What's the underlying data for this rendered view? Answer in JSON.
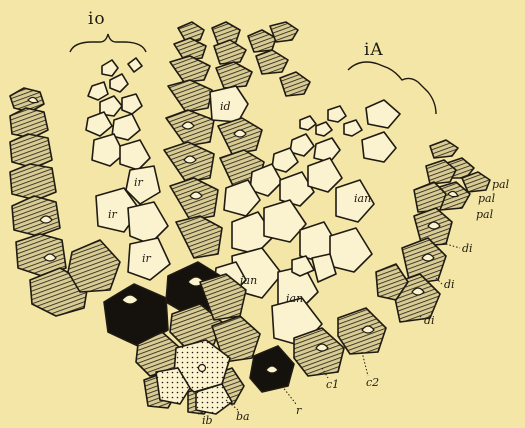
{
  "labels": {
    "io": "io",
    "ia": "iA",
    "id": "id",
    "ir1": "ir",
    "ir2": "ir",
    "ir3": "ir",
    "ian1": "ian",
    "ian2": "ian",
    "ian3": "ian",
    "pal1": "pal",
    "pal2": "pal",
    "pal3": "pal",
    "di1": "di",
    "di2": "di",
    "di3": "di",
    "c1": "c1",
    "c2": "c2",
    "ib": "ib",
    "ba": "ba",
    "r": "r"
  },
  "colors": {
    "background": "#f3e6a6",
    "ink": "#1f1a12",
    "plate_fill": "#fbf3cf"
  }
}
